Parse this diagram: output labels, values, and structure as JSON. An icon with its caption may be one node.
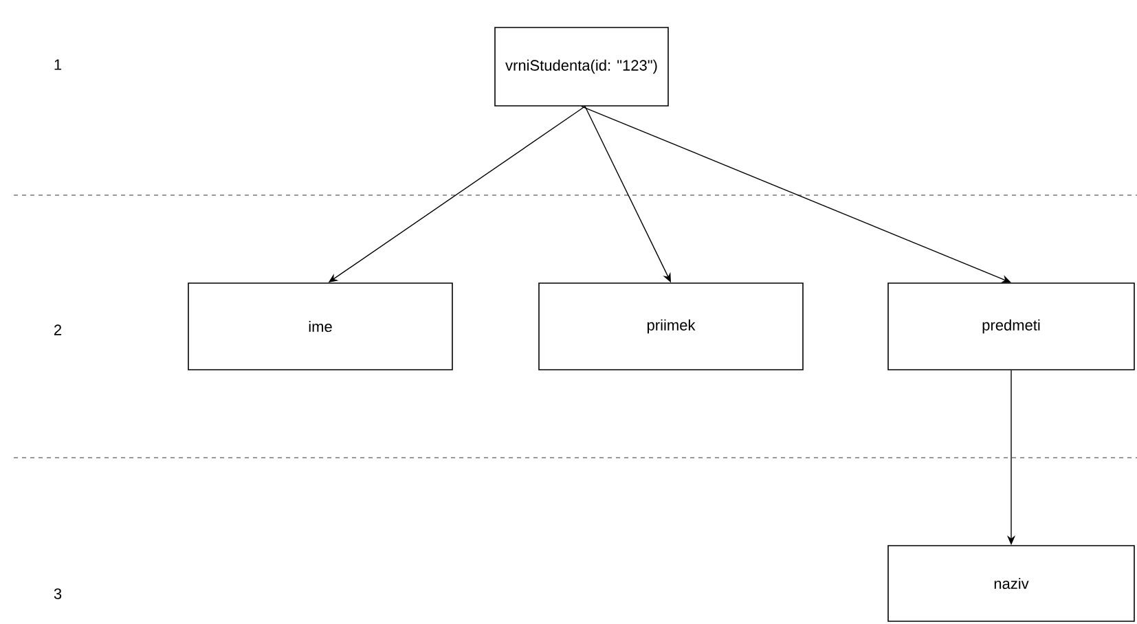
{
  "diagram": {
    "nodes": [
      {
        "text": [
          "vrniStudenta(id: \"123\")"
        ]
      },
      {
        "text": [
          "ime"
        ]
      },
      {
        "text": [
          "priimek"
        ]
      },
      {
        "text": [
          "predmeti"
        ]
      },
      {
        "text": [
          "naziv"
        ]
      }
    ],
    "edges": [
      {
        "from": 0,
        "to": 1,
        "arrow": "to"
      },
      {
        "from": 0,
        "to": 2,
        "arrow": "to"
      },
      {
        "from": 0,
        "to": 3,
        "arrow": "to"
      },
      {
        "from": 3,
        "to": 4,
        "arrow": "to"
      }
    ],
    "labels": [
      "1",
      "2",
      "3"
    ]
  }
}
